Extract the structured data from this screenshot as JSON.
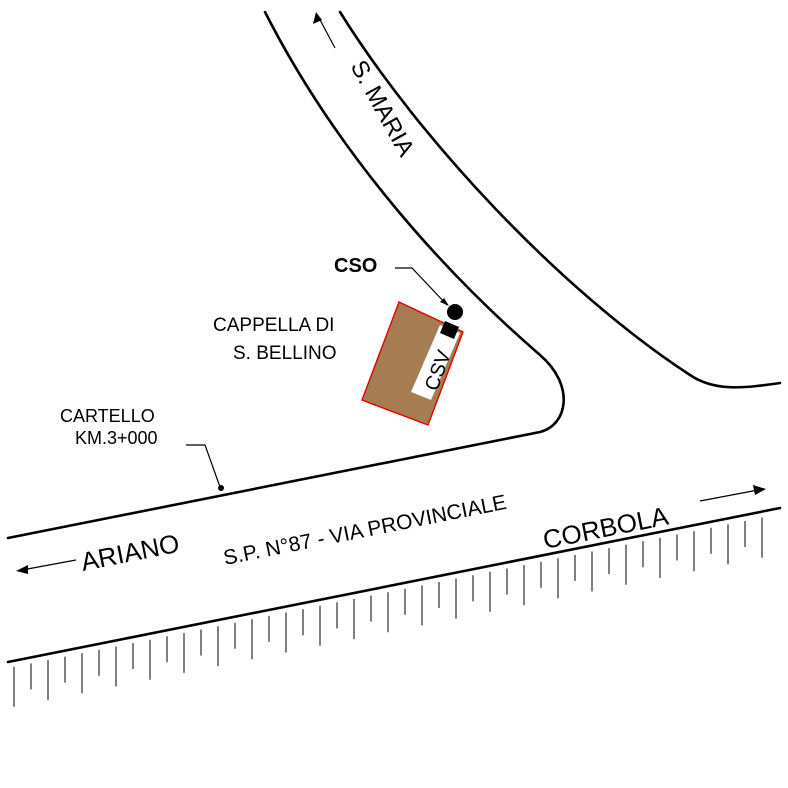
{
  "labels": {
    "s_maria": "S. MARIA",
    "cso": "CSO",
    "csv": "CSV",
    "cappella_line1": "CAPPELLA DI",
    "cappella_line2": "S. BELLINO",
    "cartello_line1": "CARTELLO",
    "cartello_line2": "KM.3+000",
    "road_name": "S.P. N°87 - VIA PROVINCIALE",
    "ariano": "ARIANO",
    "corbola": "CORBOLA"
  },
  "colors": {
    "building_fill": "#a67c52",
    "building_outline": "#e00000",
    "line": "#000000",
    "background": "#ffffff"
  },
  "icons": {
    "cso_marker": "black-dot",
    "cartello_marker": "small-dot",
    "direction": "arrow"
  }
}
